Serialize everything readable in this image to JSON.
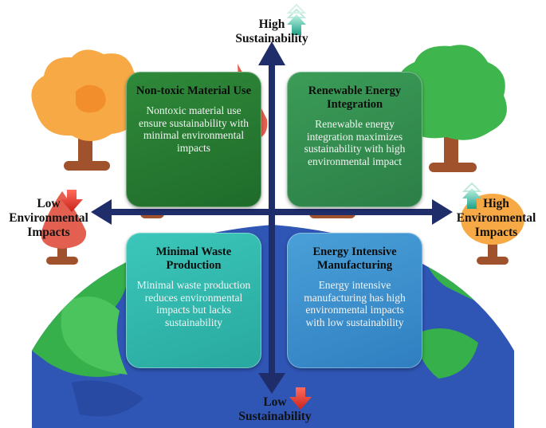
{
  "axes": {
    "top": {
      "line1": "High",
      "line2": "Sustainability"
    },
    "bottom": {
      "line1": "Low",
      "line2": "Sustainability"
    },
    "left": {
      "line1": "Low",
      "line2": "Environmental",
      "line3": "Impacts"
    },
    "right": {
      "line1": "High",
      "line2": "Environmental",
      "line3": "Impacts"
    }
  },
  "quadrants": {
    "top_left": {
      "title": "Non-toxic Material Use",
      "text": "Nontoxic material use ensure sustainability with minimal environmental impacts"
    },
    "top_right": {
      "title": "Renewable Energy Integration",
      "text": "Renewable energy integration maximizes sustainability with high environmental impact"
    },
    "bottom_left": {
      "title": "Minimal Waste Production",
      "text": "Minimal waste production reduces environmental impacts but lacks sustainability"
    },
    "bottom_right": {
      "title": "Energy Intensive Manufacturing",
      "text": "Energy intensive manufacturing has high environmental impacts with low sustainability"
    }
  },
  "colors": {
    "axis": "#1f2d6b",
    "up_arrow": "#2fb8a0",
    "down_arrow": "#e03a2f",
    "earth_ocean": "#2f55b5",
    "earth_land": "#35b04a"
  }
}
